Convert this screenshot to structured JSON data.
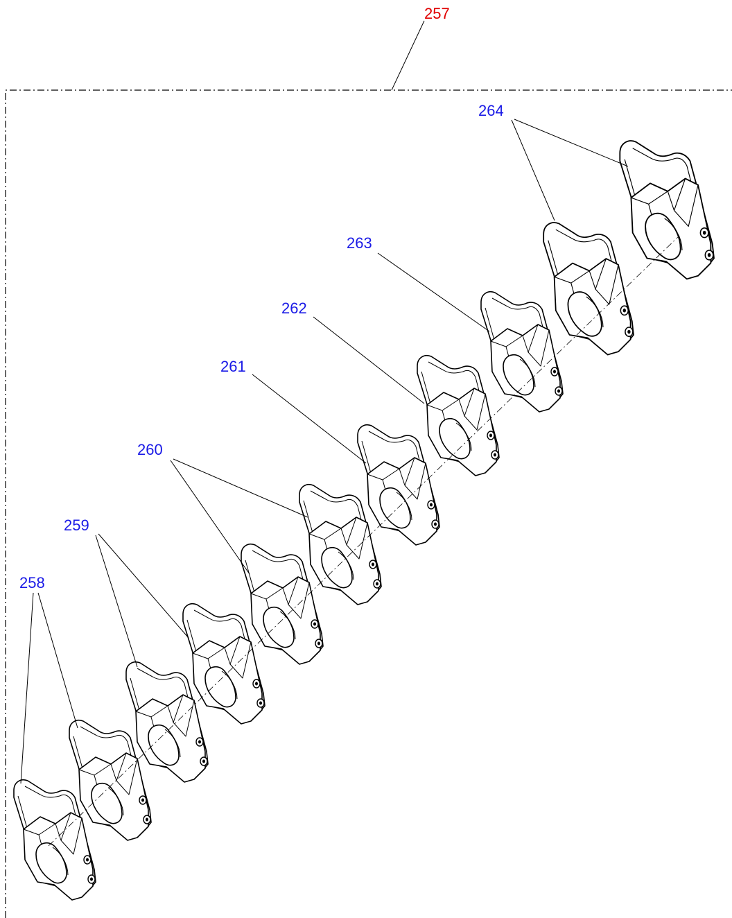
{
  "diagram": {
    "assembly": {
      "label": "257",
      "color": "#e00000"
    },
    "part_color": "#1a1ae6",
    "parts": [
      {
        "id": "p258",
        "label": "258",
        "clamps": 2
      },
      {
        "id": "p259",
        "label": "259",
        "clamps": 2
      },
      {
        "id": "p260",
        "label": "260",
        "clamps": 2
      },
      {
        "id": "p261",
        "label": "261",
        "clamps": 1
      },
      {
        "id": "p262",
        "label": "262",
        "clamps": 1
      },
      {
        "id": "p263",
        "label": "263",
        "clamps": 1
      },
      {
        "id": "p264",
        "label": "264",
        "clamps": 2
      }
    ]
  }
}
